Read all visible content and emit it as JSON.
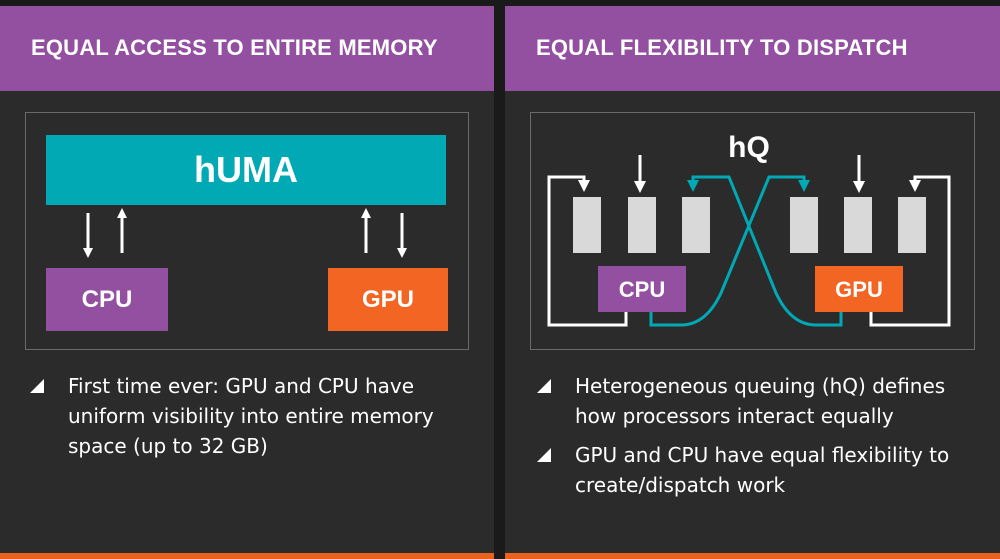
{
  "colors": {
    "header": "#934fa0",
    "panel": "#2b2b2b",
    "accent_orange": "#f26522",
    "huma_teal": "#00a9b4",
    "cpu_purple": "#934fa0",
    "queue_slot": "#d9d9d9",
    "bottom_bar": "#e8641e"
  },
  "left": {
    "title": "EQUAL ACCESS TO ENTIRE MEMORY",
    "huma_label": "hUMA",
    "cpu_label": "CPU",
    "gpu_label": "GPU",
    "bullets": [
      "First time ever: GPU and CPU have uniform visibility into entire memory space (up to 32 GB)"
    ]
  },
  "right": {
    "title": "EQUAL FLEXIBILITY TO DISPATCH",
    "hq_label": "hQ",
    "cpu_label": "CPU",
    "gpu_label": "GPU",
    "bullets": [
      "Heterogeneous queuing (hQ) defines how processors interact equally",
      "GPU and CPU have equal flexibility to create/dispatch work"
    ]
  }
}
